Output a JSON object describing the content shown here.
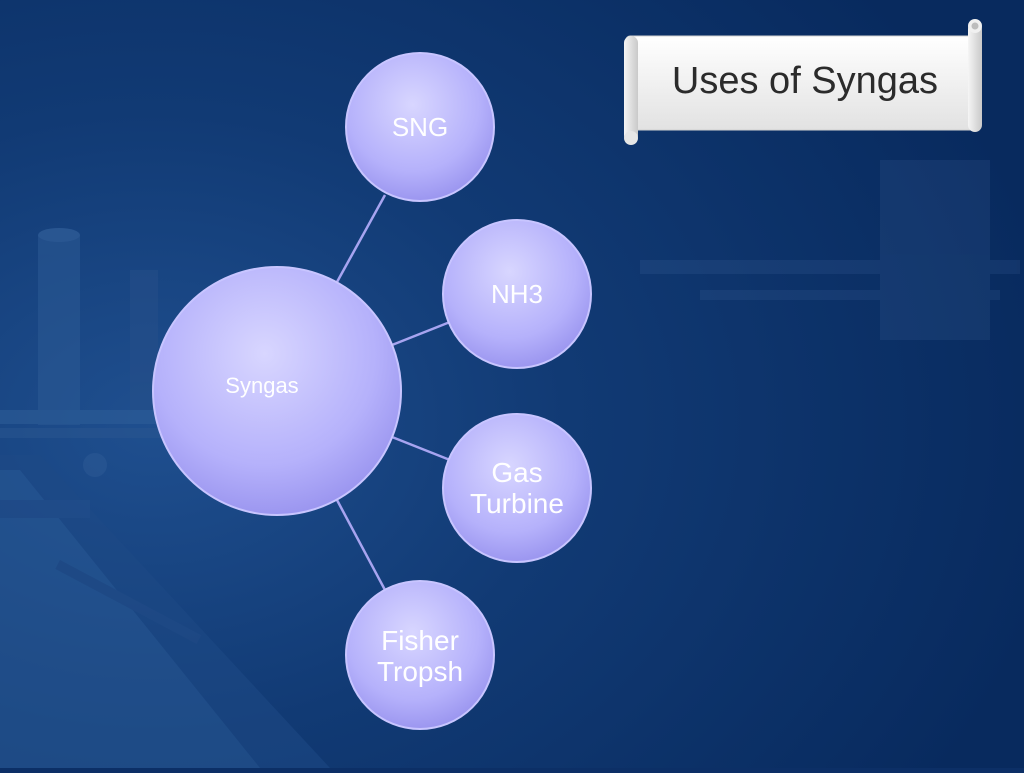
{
  "title": "Uses of Syngas",
  "center_node": {
    "label": "Syngas"
  },
  "nodes": [
    {
      "id": "sng",
      "label": "SNG"
    },
    {
      "id": "nh3",
      "label": "NH3"
    },
    {
      "id": "gas-turbine",
      "label": "Gas Turbine"
    },
    {
      "id": "fisher-tropsh",
      "label": "Fisher Tropsh"
    }
  ],
  "colors": {
    "background": "#0c2f66",
    "node_fill_light": "#c9c6ff",
    "node_fill_dark": "#9a95f2",
    "connector": "#a7a4f0",
    "title_banner": "#f2f2f2",
    "title_text": "#2b2b2b"
  }
}
